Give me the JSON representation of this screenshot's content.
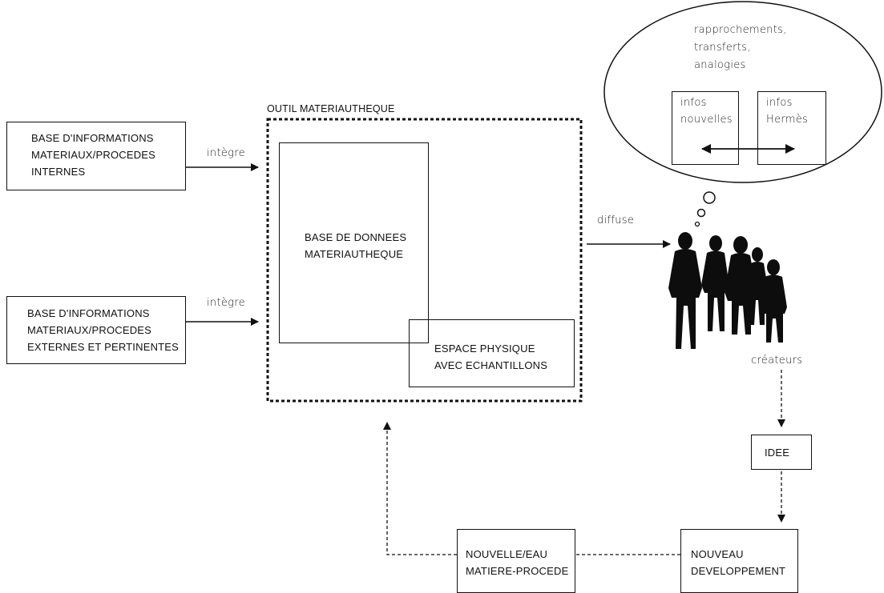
{
  "internal_box": {
    "lines": [
      "BASE D'INFORMATIONS",
      "MATERIAUX/PROCEDES",
      "INTERNES"
    ]
  },
  "external_box": {
    "lines": [
      "BASE D'INFORMATIONS",
      "MATERIAUX/PROCEDES",
      "EXTERNES ET PERTINENTES"
    ]
  },
  "arrow_labels": {
    "integre_1": "intègre",
    "integre_2": "intègre",
    "diffuse": "diffuse",
    "createurs": "créateurs"
  },
  "tool": {
    "title": "OUTIL MATERIAUTHEQUE",
    "database_lines": [
      "BASE DE DONNEES",
      "MATERIAUTHEQUE"
    ],
    "space_lines": [
      "ESPACE PHYSIQUE",
      "AVEC ECHANTILLONS"
    ]
  },
  "thought": {
    "lines": [
      "rapprochements,",
      "transferts,",
      "analogies"
    ],
    "box_left_lines": [
      "infos",
      "nouvelles"
    ],
    "box_right_lines": [
      "infos",
      "Hermès"
    ]
  },
  "idee": "IDEE",
  "nouveau_lines": [
    "NOUVEAU",
    "DEVELOPPEMENT"
  ],
  "nouvelle_lines": [
    "NOUVELLE/EAU",
    "MATIERE-PROCEDE"
  ]
}
